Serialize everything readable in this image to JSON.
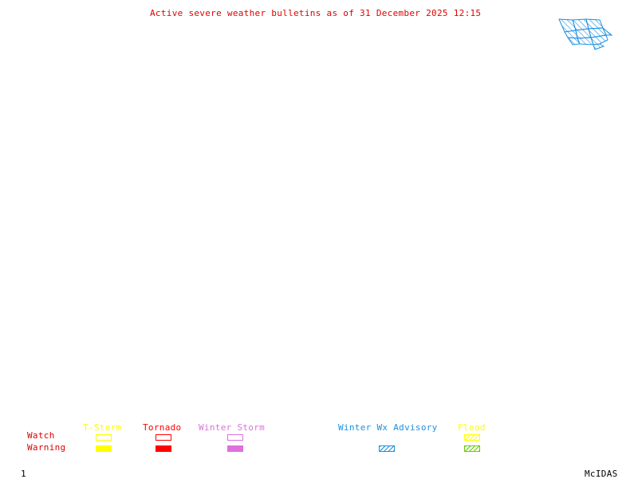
{
  "title": "Active severe weather bulletins as of 31 December 2025 12:15",
  "frame_number": "1",
  "brand": "McIDAS",
  "colors": {
    "title": "#e00000",
    "row_labels": "#e00000",
    "tstorm": "#ffff00",
    "tornado": "#ff0000",
    "winter_storm": "#dd70dd",
    "winter_wx_advisory": "#1e90e0",
    "flood_watch": "#ffff00",
    "flood_warning": "#66cc00"
  },
  "legend": {
    "row_labels": {
      "watch": "Watch",
      "warning": "Warning"
    },
    "categories": [
      {
        "key": "tstorm",
        "label": "T-Storm",
        "watch": "outline",
        "warning": "filled"
      },
      {
        "key": "tornado",
        "label": "Tornado",
        "watch": "outline",
        "warning": "filled"
      },
      {
        "key": "winter_storm",
        "label": "Winter Storm",
        "watch": "outline",
        "warning": "filled"
      },
      {
        "key": "winter_wx_advisory",
        "label": "Winter Wx Advisory",
        "watch": "none",
        "warning": "hatched"
      },
      {
        "key": "flood",
        "label": "Flood",
        "watch": "hatched",
        "warning": "hatched"
      }
    ]
  },
  "map_features": [
    {
      "type": "Winter Wx Advisory",
      "region": "northeast corner",
      "style": "hatched polygons"
    }
  ]
}
